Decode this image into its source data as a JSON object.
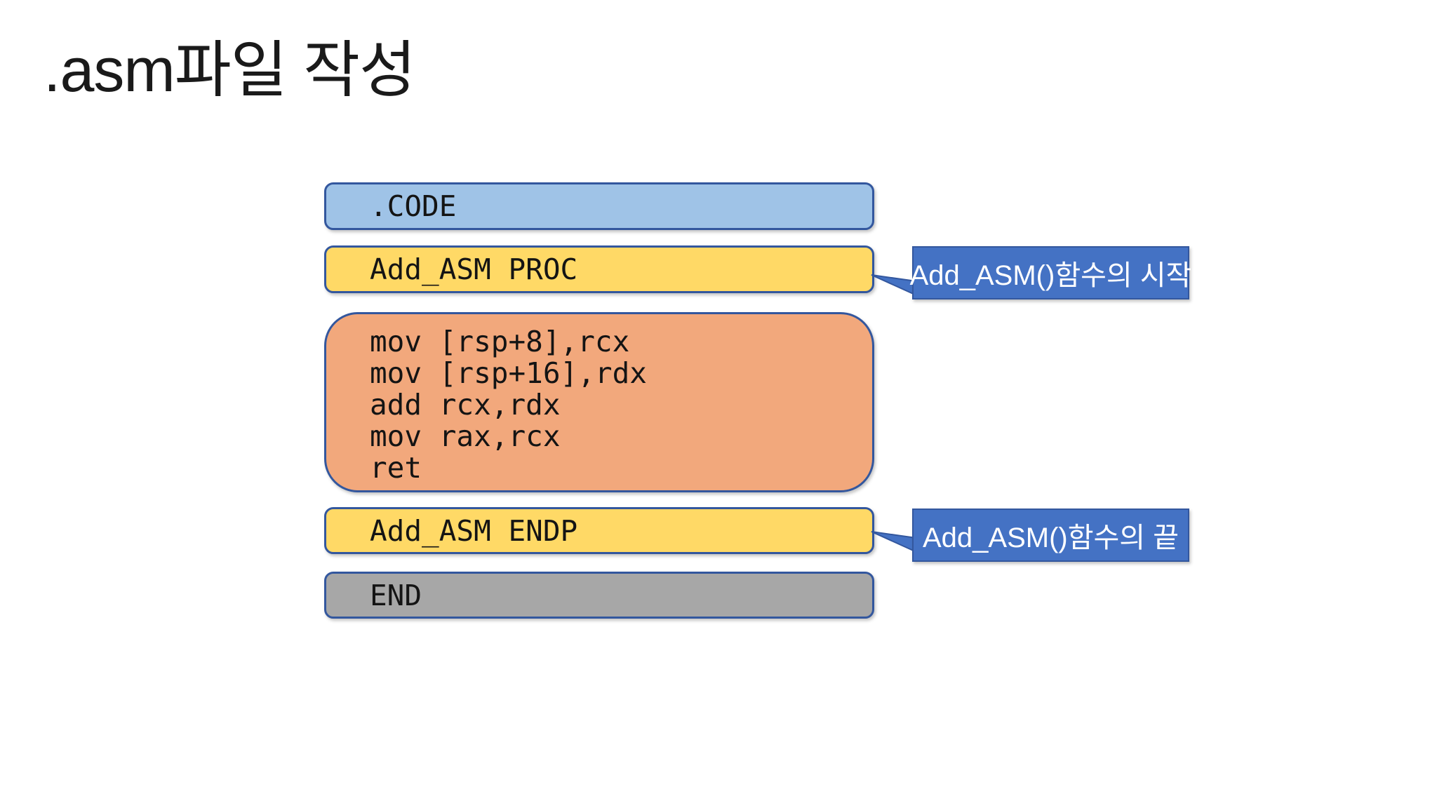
{
  "slide": {
    "title": ".asm파일 작성",
    "background": "#FFFFFF",
    "title_color": "#1A1A1A"
  },
  "diagram": {
    "border_color": "#33579E",
    "code_text_color": "#141414",
    "boxes": [
      {
        "name": "code-directive",
        "label": ".CODE",
        "fill": "#9FC3E7"
      },
      {
        "name": "proc-open",
        "label": "Add_ASM PROC",
        "fill": "#FFD966"
      },
      {
        "name": "proc-body",
        "fill": "#F2A87C",
        "lines": [
          "mov [rsp+8],rcx",
          "mov [rsp+16],rdx",
          "add rcx,rdx",
          "mov rax,rcx",
          "ret"
        ]
      },
      {
        "name": "proc-close",
        "label": "Add_ASM ENDP",
        "fill": "#FFD966"
      },
      {
        "name": "end-directive",
        "label": "END",
        "fill": "#A7A7A7"
      }
    ]
  },
  "callouts": [
    {
      "label": "Add_ASM()함수의 시작",
      "fill": "#4472C4",
      "text_color": "#FFFFFF"
    },
    {
      "label": "Add_ASM()함수의 끝",
      "fill": "#4472C4",
      "text_color": "#FFFFFF"
    }
  ]
}
